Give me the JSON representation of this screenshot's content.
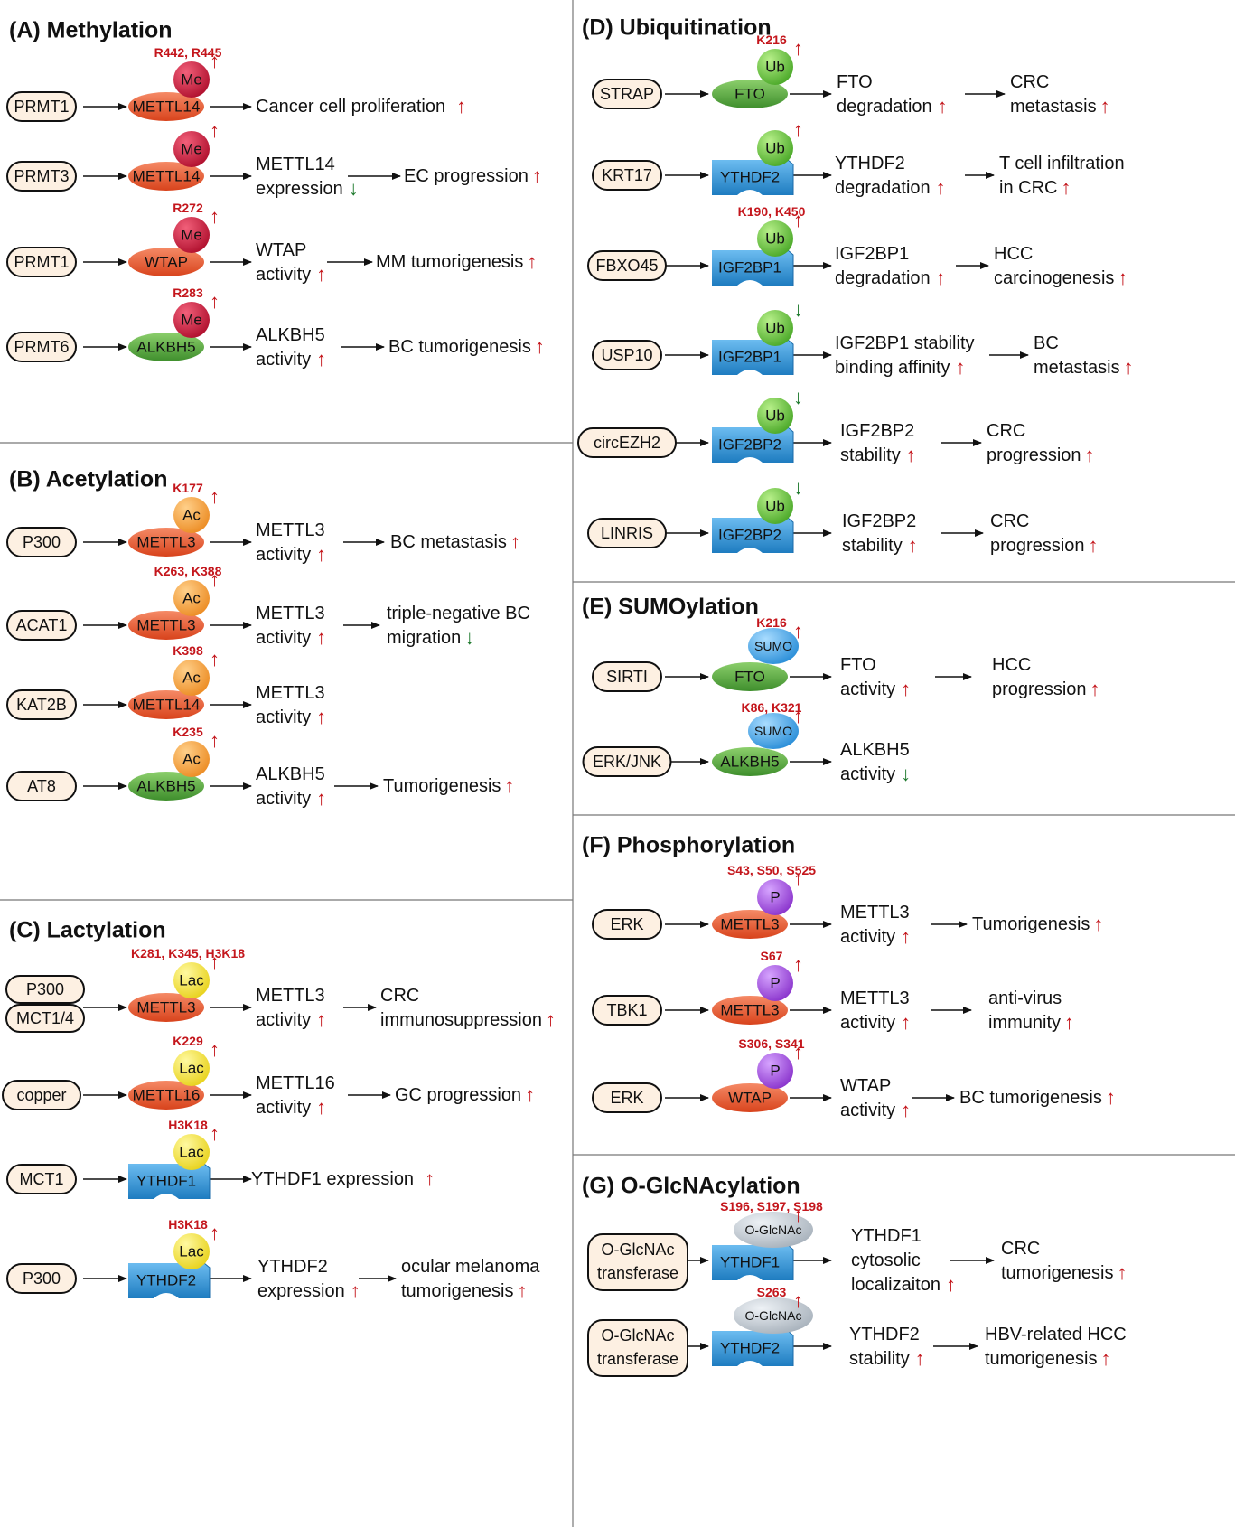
{
  "colors": {
    "up": "#c4161c",
    "down": "#1f7a2e",
    "me": "#c8143c",
    "ac": "#f5a03c",
    "lac": "#f0e03c",
    "ub": "#6cc43c",
    "sumo": "#4aa8ea",
    "p": "#a050d8",
    "glc": "#c8d0d8",
    "enzyme_orange": "#e8603c",
    "enzyme_green": "#5aa848",
    "reader_blue": "#3a9ad8"
  },
  "icons": {
    "up": "arrow-up-icon",
    "down": "arrow-down-icon"
  },
  "sections": {
    "A": {
      "title": "(A) Methylation",
      "rows": [
        {
          "input": "PRMT1",
          "mod": "Me",
          "site": "R442, R445",
          "protein": "METTL14",
          "out1": [
            "Cancer cell proliferation"
          ]
        },
        {
          "input": "PRMT3",
          "mod": "Me",
          "site": "",
          "protein": "METTL14",
          "out1": [
            "METTL14",
            "expression"
          ],
          "out2": [
            "EC progression"
          ]
        },
        {
          "input": "PRMT1",
          "mod": "Me",
          "site": "R272",
          "protein": "WTAP",
          "out1": [
            "WTAP",
            "activity"
          ],
          "out2": [
            "MM tumorigenesis"
          ]
        },
        {
          "input": "PRMT6",
          "mod": "Me",
          "site": "R283",
          "protein": "ALKBH5",
          "out1": [
            "ALKBH5",
            "activity"
          ],
          "out2": [
            "BC tumorigenesis"
          ]
        }
      ]
    },
    "B": {
      "title": "(B) Acetylation",
      "rows": [
        {
          "input": "P300",
          "mod": "Ac",
          "site": "K177",
          "protein": "METTL3",
          "out1": [
            "METTL3",
            "activity"
          ],
          "out2": [
            "BC metastasis"
          ]
        },
        {
          "input": "ACAT1",
          "mod": "Ac",
          "site": "K263, K388",
          "protein": "METTL3",
          "out1": [
            "METTL3",
            "activity"
          ],
          "out2": [
            "triple-negative BC",
            "migration"
          ]
        },
        {
          "input": "KAT2B",
          "mod": "Ac",
          "site": "K398",
          "protein": "METTL14",
          "out1": [
            "METTL3",
            "activity"
          ]
        },
        {
          "input": "AT8",
          "mod": "Ac",
          "site": "K235",
          "protein": "ALKBH5",
          "out1": [
            "ALKBH5",
            "activity"
          ],
          "out2": [
            "Tumorigenesis"
          ]
        }
      ]
    },
    "C": {
      "title": "(C) Lactylation",
      "rows": [
        {
          "input": [
            "P300",
            "MCT1/4"
          ],
          "mod": "Lac",
          "site": "K281, K345, H3K18",
          "protein": "METTL3",
          "out1": [
            "METTL3",
            "activity"
          ],
          "out2": [
            "CRC",
            "immunosuppression"
          ]
        },
        {
          "input": "copper",
          "mod": "Lac",
          "site": "K229",
          "protein": "METTL16",
          "out1": [
            "METTL16",
            "activity"
          ],
          "out2": [
            "GC progression"
          ]
        },
        {
          "input": "MCT1",
          "mod": "Lac",
          "site": "H3K18",
          "protein": "YTHDF1",
          "out1": [
            "YTHDF1 expression"
          ]
        },
        {
          "input": "P300",
          "mod": "Lac",
          "site": "H3K18",
          "protein": "YTHDF2",
          "out1": [
            "YTHDF2",
            "expression"
          ],
          "out2": [
            "ocular melanoma",
            "tumorigenesis"
          ]
        }
      ]
    },
    "D": {
      "title": "(D) Ubiquitination",
      "rows": [
        {
          "input": "STRAP",
          "mod": "Ub",
          "site": "K216",
          "protein": "FTO",
          "out1": [
            "FTO",
            "degradation"
          ],
          "out2": [
            "CRC",
            "metastasis"
          ]
        },
        {
          "input": "KRT17",
          "mod": "Ub",
          "site": "",
          "protein": "YTHDF2",
          "out1": [
            "YTHDF2",
            "degradation"
          ],
          "out2": [
            "T cell infiltration",
            "in CRC"
          ]
        },
        {
          "input": "FBXO45",
          "mod": "Ub",
          "site": "K190, K450",
          "protein": "IGF2BP1",
          "out1": [
            "IGF2BP1",
            "degradation"
          ],
          "out2": [
            "HCC",
            "carcinogenesis"
          ]
        },
        {
          "input": "USP10",
          "mod": "Ub",
          "site": "",
          "protein": "IGF2BP1",
          "out1": [
            "IGF2BP1 stability",
            "binding affinity"
          ],
          "out2": [
            "BC",
            "metastasis"
          ]
        },
        {
          "input": "circEZH2",
          "mod": "Ub",
          "site": "",
          "protein": "IGF2BP2",
          "out1": [
            "IGF2BP2",
            "stability"
          ],
          "out2": [
            "CRC",
            "progression"
          ]
        },
        {
          "input": "LINRIS",
          "mod": "Ub",
          "site": "",
          "protein": "IGF2BP2",
          "out1": [
            "IGF2BP2",
            "stability"
          ],
          "out2": [
            "CRC",
            "progression"
          ]
        }
      ]
    },
    "E": {
      "title": "(E) SUMOylation",
      "rows": [
        {
          "input": "SIRTI",
          "mod": "SUMO",
          "site": "K216",
          "protein": "FTO",
          "out1": [
            "FTO",
            "activity"
          ],
          "out2": [
            "HCC",
            "progression"
          ]
        },
        {
          "input": "ERK/JNK",
          "mod": "SUMO",
          "site": "K86, K321",
          "protein": "ALKBH5",
          "out1": [
            "ALKBH5",
            "activity"
          ]
        }
      ]
    },
    "F": {
      "title": "(F) Phosphorylation",
      "rows": [
        {
          "input": "ERK",
          "mod": "P",
          "site": "S43, S50, S525",
          "protein": "METTL3",
          "out1": [
            "METTL3",
            "activity"
          ],
          "out2": [
            "Tumorigenesis"
          ]
        },
        {
          "input": "TBK1",
          "mod": "P",
          "site": "S67",
          "protein": "METTL3",
          "out1": [
            "METTL3",
            "activity"
          ],
          "out2": [
            "anti-virus",
            "immunity"
          ]
        },
        {
          "input": "ERK",
          "mod": "P",
          "site": "S306, S341",
          "protein": "WTAP",
          "out1": [
            "WTAP",
            "activity"
          ],
          "out2": [
            "BC tumorigenesis"
          ]
        }
      ]
    },
    "G": {
      "title": "(G) O-GlcNAcylation",
      "rows": [
        {
          "input": [
            "O-GlcNAc",
            "transferase"
          ],
          "mod": "O-GlcNAc",
          "site": "S196, S197, S198",
          "protein": "YTHDF1",
          "out1": [
            "YTHDF1",
            "cytosolic",
            "localizaiton"
          ],
          "out2": [
            "CRC",
            "tumorigenesis"
          ]
        },
        {
          "input": [
            "O-GlcNAc",
            "transferase"
          ],
          "mod": "O-GlcNAc",
          "site": "S263",
          "protein": "YTHDF2",
          "out1": [
            "YTHDF2",
            "stability"
          ],
          "out2": [
            "HBV-related HCC",
            "tumorigenesis"
          ]
        }
      ]
    }
  }
}
